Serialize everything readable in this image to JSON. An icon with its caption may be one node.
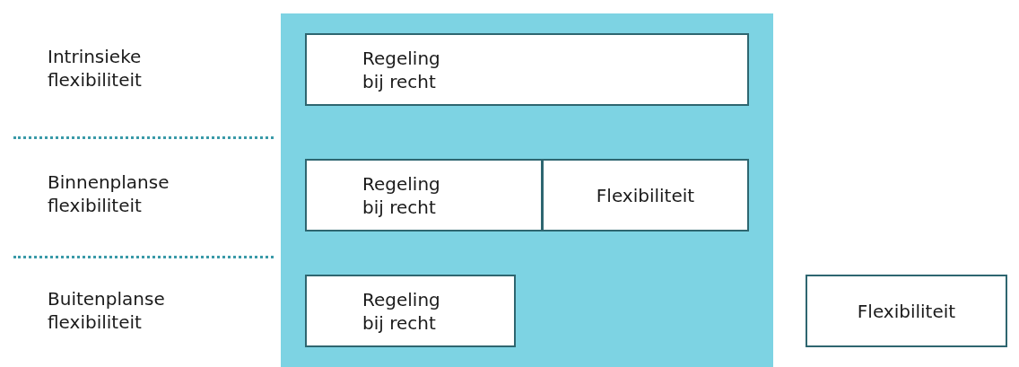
{
  "diagram": {
    "nodes": [
      {
        "text": [],
        "shape": "box"
      },
      {
        "text": [
          "Regeling bij recht"
        ],
        "in": 0
      },
      {
        "text": [
          "Regeling bij recht"
        ],
        "in": 0
      },
      {
        "text": [
          "Flexibiliteit"
        ],
        "in": 0
      },
      {
        "text": [
          "Regeling bij recht"
        ],
        "in": 0
      },
      {
        "text": [
          "Flexibiliteit"
        ]
      }
    ],
    "edges": [],
    "labels": [
      "Intrinsieke flexibiliteit",
      "Binnenplanse flexibiliteit",
      "Buitenplanse flexibiliteit"
    ]
  }
}
